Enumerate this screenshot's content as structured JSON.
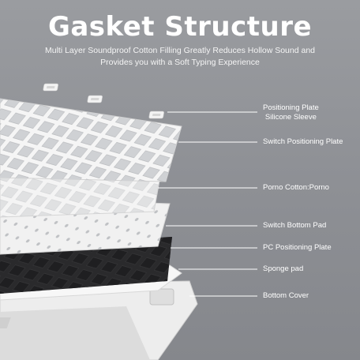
{
  "header": {
    "title": "Gasket Structure",
    "subtitle_line1": "Multi Layer Soundproof Cotton Filling Greatly Reduces Hollow Sound and",
    "subtitle_line2": "Provides you with a Soft Typing Experience"
  },
  "layers": [
    {
      "label_line1": "Positioning Plate",
      "label_line2": "Silicone Sleeve"
    },
    {
      "label_line1": "Switch Positioning Plate"
    },
    {
      "label_line1": "Porno Cotton:Porno"
    },
    {
      "label_line1": "Switch Bottom Pad"
    },
    {
      "label_line1": "PC Positioning Plate"
    },
    {
      "label_line1": "Sponge pad"
    },
    {
      "label_line1": "Bottom Cover"
    }
  ],
  "colors": {
    "background": "#8f9196",
    "plate": "#f2f2f2",
    "pc_plate": "#2a2a2c",
    "text": "#ffffff"
  }
}
